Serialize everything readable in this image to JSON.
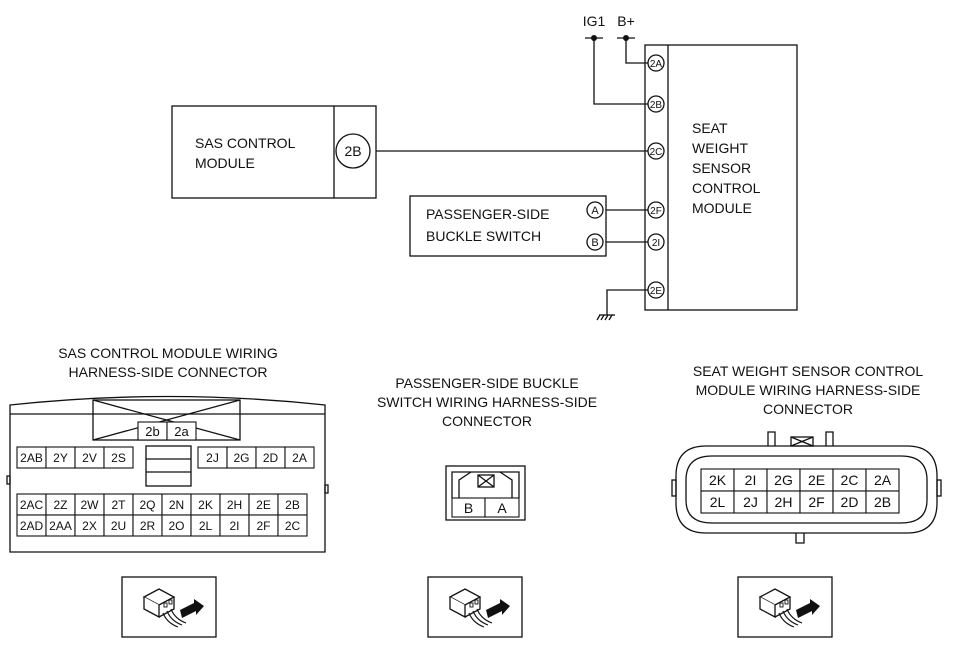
{
  "schematic": {
    "power": {
      "ig1": "IG1",
      "bplus": "B+"
    },
    "sas_module": {
      "line1": "SAS CONTROL",
      "line2": "MODULE",
      "pin": "2B"
    },
    "buckle_switch": {
      "line1": "PASSENGER-SIDE",
      "line2": "BUCKLE SWITCH",
      "pin_a": "A",
      "pin_b": "B"
    },
    "seat_module": {
      "line1": "SEAT",
      "line2": "WEIGHT",
      "line3": "SENSOR",
      "line4": "CONTROL",
      "line5": "MODULE"
    },
    "seat_pins": [
      "2A",
      "2B",
      "2C",
      "2F",
      "2I",
      "2E"
    ]
  },
  "connectors": {
    "sas": {
      "title1": "SAS CONTROL MODULE WIRING",
      "title2": "HARNESS-SIDE CONNECTOR",
      "top_pins": [
        "2b",
        "2a"
      ],
      "row1_left": [
        "2AB",
        "2Y",
        "2V",
        "2S"
      ],
      "row1_right": [
        "2J",
        "2G",
        "2D",
        "2A"
      ],
      "row2": [
        "2AC",
        "2Z",
        "2W",
        "2T",
        "2Q",
        "2N",
        "2K",
        "2H",
        "2E",
        "2B"
      ],
      "row3": [
        "2AD",
        "2AA",
        "2X",
        "2U",
        "2R",
        "2O",
        "2L",
        "2I",
        "2F",
        "2C"
      ]
    },
    "buckle": {
      "title1": "PASSENGER-SIDE BUCKLE",
      "title2": "SWITCH WIRING HARNESS-SIDE",
      "title3": "CONNECTOR",
      "pins": [
        "B",
        "A"
      ]
    },
    "seat": {
      "title1": "SEAT WEIGHT SENSOR  CONTROL",
      "title2": "MODULE WIRING HARNESS-SIDE",
      "title3": "CONNECTOR",
      "row1": [
        "2K",
        "2I",
        "2G",
        "2E",
        "2C",
        "2A"
      ],
      "row2": [
        "2L",
        "2J",
        "2H",
        "2F",
        "2D",
        "2B"
      ]
    }
  },
  "icons": {
    "connector_view": "harness-connector-view-icon"
  }
}
